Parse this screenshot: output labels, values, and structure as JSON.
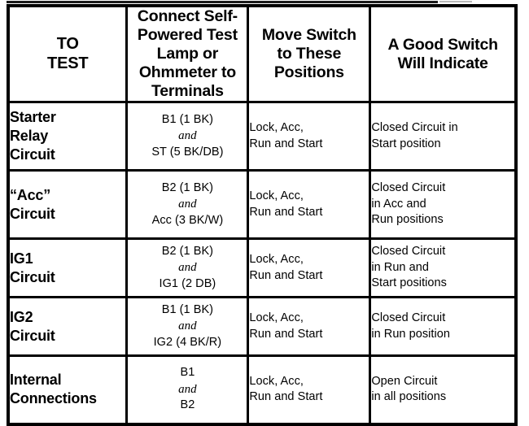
{
  "table": {
    "headers": [
      {
        "lines": [
          "TO",
          "TEST"
        ]
      },
      {
        "lines": [
          "Connect Self-",
          "Powered Test",
          "Lamp or",
          "Ohmmeter to",
          "Terminals"
        ]
      },
      {
        "lines": [
          "Move Switch",
          "to These",
          "Positions"
        ]
      },
      {
        "lines": [
          "A Good Switch",
          "Will Indicate"
        ]
      }
    ],
    "rows": [
      {
        "test": [
          "Starter",
          "Relay",
          "Circuit"
        ],
        "terminals": {
          "first": "B1 (1 BK)",
          "conj": "and",
          "second": "ST (5 BK/DB)"
        },
        "positions": [
          "Lock, Acc,",
          "Run and Start"
        ],
        "indicate": [
          "Closed Circuit in",
          "Start position"
        ]
      },
      {
        "test": [
          "“Acc”",
          "Circuit"
        ],
        "terminals": {
          "first": "B2 (1 BK)",
          "conj": "and",
          "second": "Acc (3 BK/W)"
        },
        "positions": [
          "Lock, Acc,",
          "Run and Start"
        ],
        "indicate": [
          "Closed Circuit",
          "in Acc and",
          "Run positions"
        ]
      },
      {
        "test": [
          "IG1",
          "Circuit"
        ],
        "terminals": {
          "first": "B2 (1 BK)",
          "conj": "and",
          "second": "IG1 (2 DB)"
        },
        "positions": [
          "Lock, Acc,",
          "Run and Start"
        ],
        "indicate": [
          "Closed Circuit",
          "in Run and",
          "Start positions"
        ]
      },
      {
        "test": [
          "IG2",
          "Circuit"
        ],
        "terminals": {
          "first": "B1 (1 BK)",
          "conj": "and",
          "second": "IG2 (4 BK/R)"
        },
        "positions": [
          "Lock, Acc,",
          "Run and Start"
        ],
        "indicate": [
          "Closed Circuit",
          "in Run position"
        ]
      },
      {
        "test": [
          "Internal",
          "Connections"
        ],
        "terminals": {
          "first": "B1",
          "conj": "and",
          "second": "B2"
        },
        "positions": [
          "Lock, Acc,",
          "Run and Start"
        ],
        "indicate": [
          "Open Circuit",
          "in all positions"
        ]
      }
    ]
  },
  "colors": {
    "border": "#000000",
    "text": "#000000",
    "background": "#ffffff",
    "faint_caption": "#b9b9b9"
  }
}
